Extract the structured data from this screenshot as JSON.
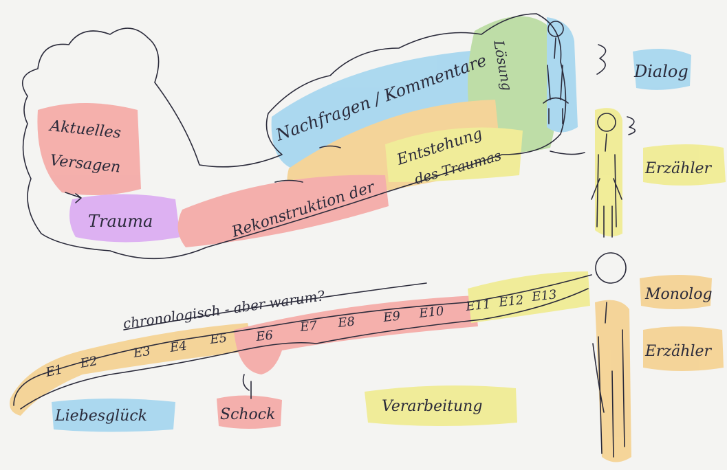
{
  "labels": {
    "aktuelles": "Aktuelles",
    "versagen": "Versagen",
    "trauma": "Trauma",
    "nachfragen": "Nachfragen / Kommentare",
    "loesung": "Lösung",
    "entstehung": "Entstehung",
    "rekonstruktion": "Rekonstruktion der",
    "des_traumas": "des Traumas",
    "dialog": "Dialog",
    "erzaehler_top": "Erzähler",
    "monolog": "Monolog",
    "erzaehler_bottom": "Erzähler",
    "chronologisch": "chronologisch - aber warum?",
    "liebesglueck": "Liebesglück",
    "schock": "Schock",
    "verarbeitung": "Verarbeitung"
  },
  "episodes": [
    "E1",
    "E2",
    "E3",
    "E4",
    "E5",
    "E6",
    "E7",
    "E8",
    "E9",
    "E10",
    "E11",
    "E12",
    "E13"
  ],
  "colors": {
    "red": "#f4a3a0",
    "purple": "#d9a6f2",
    "blue": "#9fd4ef",
    "green": "#b5d99a",
    "yellow": "#f0eb8a",
    "orange": "#f5cf8a",
    "ink": "#2a2a3a"
  }
}
